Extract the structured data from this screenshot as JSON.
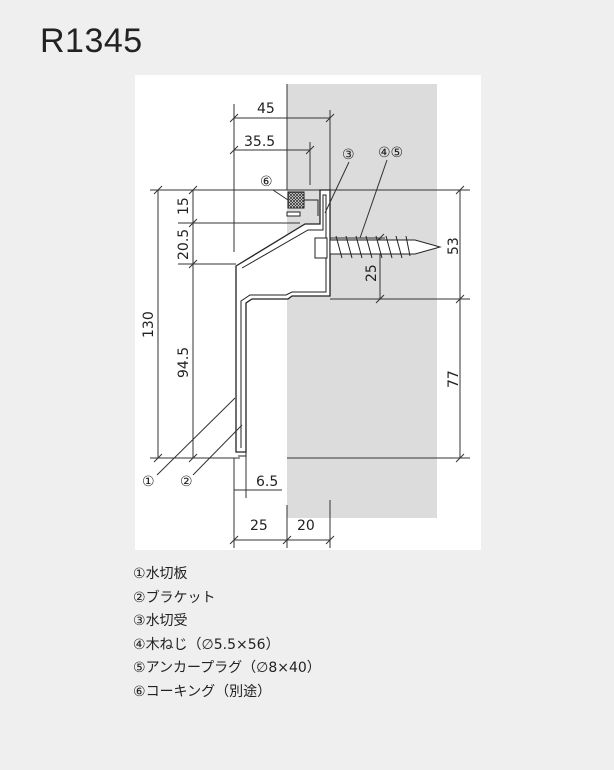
{
  "title": "R1345",
  "diagram": {
    "dim_top_45": "45",
    "dim_top_35_5": "35.5",
    "dim_left_15": "15",
    "dim_left_20_5": "20.5",
    "dim_left_130": "130",
    "dim_left_94_5": "94.5",
    "dim_bottom_6_5": "6.5",
    "dim_bottom_25": "25",
    "dim_bottom_20": "20",
    "dim_right_53": "53",
    "dim_right_25": "25",
    "dim_right_77": "77",
    "callout_1": "①",
    "callout_2": "②",
    "callout_3": "③",
    "callout_45": "④⑤",
    "callout_6": "⑥"
  },
  "legend": [
    {
      "num": "①",
      "text": "水切板"
    },
    {
      "num": "②",
      "text": "ブラケット"
    },
    {
      "num": "③",
      "text": "水切受"
    },
    {
      "num": "④",
      "text": "木ねじ（∅5.5×56）"
    },
    {
      "num": "⑤",
      "text": "アンカープラグ（∅8×40）"
    },
    {
      "num": "⑥",
      "text": "コーキング（別途）"
    }
  ]
}
